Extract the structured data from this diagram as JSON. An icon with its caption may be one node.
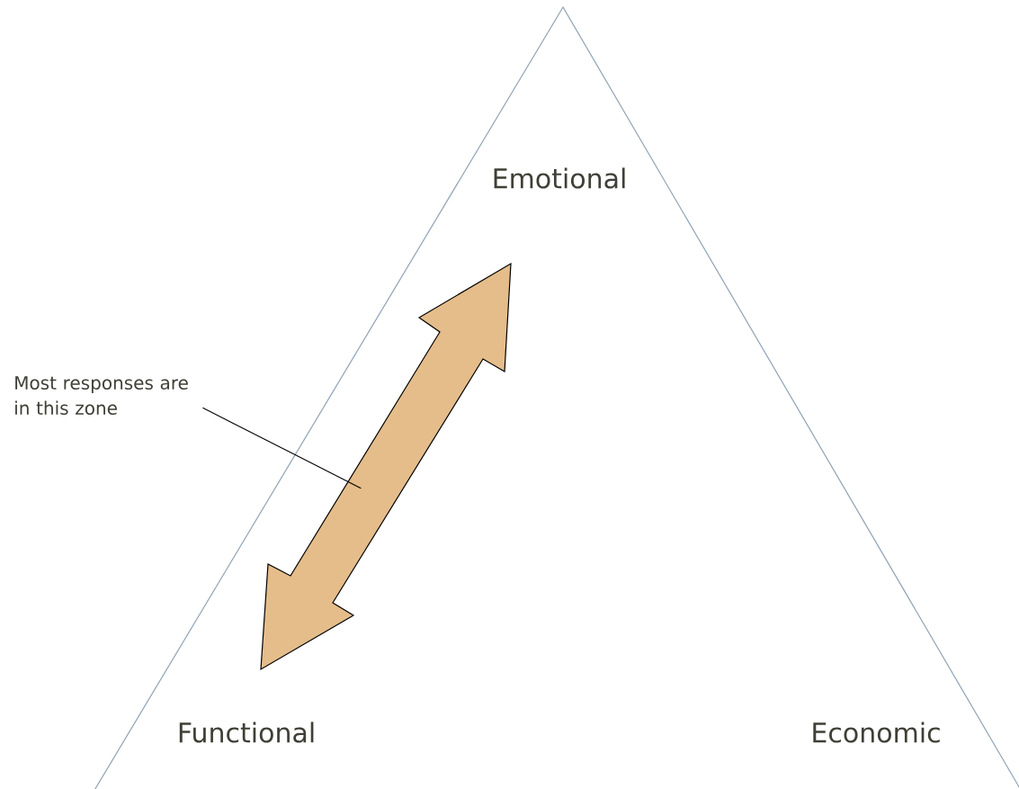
{
  "diagram": {
    "nodes": [
      {
        "text": [
          "Emotional",
          "Functional",
          "Economic"
        ]
      },
      {
        "text": [
          "Most responses are in this zone"
        ]
      },
      {
        "text": [],
        "shape": "arrow",
        "in": 0
      }
    ],
    "edges": [
      {
        "from": 1,
        "to": 2,
        "arrow": "none"
      }
    ]
  }
}
